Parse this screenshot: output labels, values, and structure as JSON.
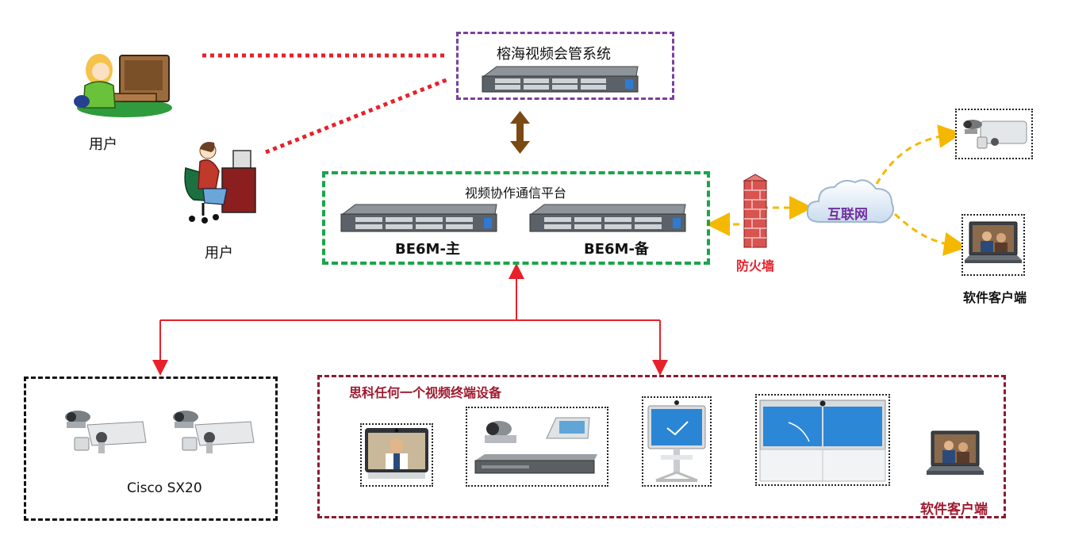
{
  "diagram": {
    "users": [
      {
        "label": "用户"
      },
      {
        "label": "用户"
      }
    ],
    "management_system": {
      "label": "榕海视频会管系统"
    },
    "platform": {
      "label": "视频协作通信平台",
      "servers": [
        {
          "label": "BE6M-主"
        },
        {
          "label": "BE6M-备"
        }
      ]
    },
    "firewall": {
      "label": "防火墙",
      "color": "#e8202a"
    },
    "internet": {
      "label": "互联网",
      "color": "#7030a0"
    },
    "remote_client": {
      "label": "软件客户端"
    },
    "sx20_group": {
      "label": "Cisco SX20"
    },
    "cisco_group": {
      "title": "思科任何一个视频终端设备",
      "client_label": "软件客户端",
      "title_color": "#a0192e"
    },
    "colors": {
      "red_link": "#e8202a",
      "yellow_link": "#f5b800",
      "brown_arrow": "#7a4a12",
      "mgmt_border": "#7b3fa0",
      "platform_border": "#1aa54a",
      "cisco_border": "#8b1a2e"
    }
  }
}
